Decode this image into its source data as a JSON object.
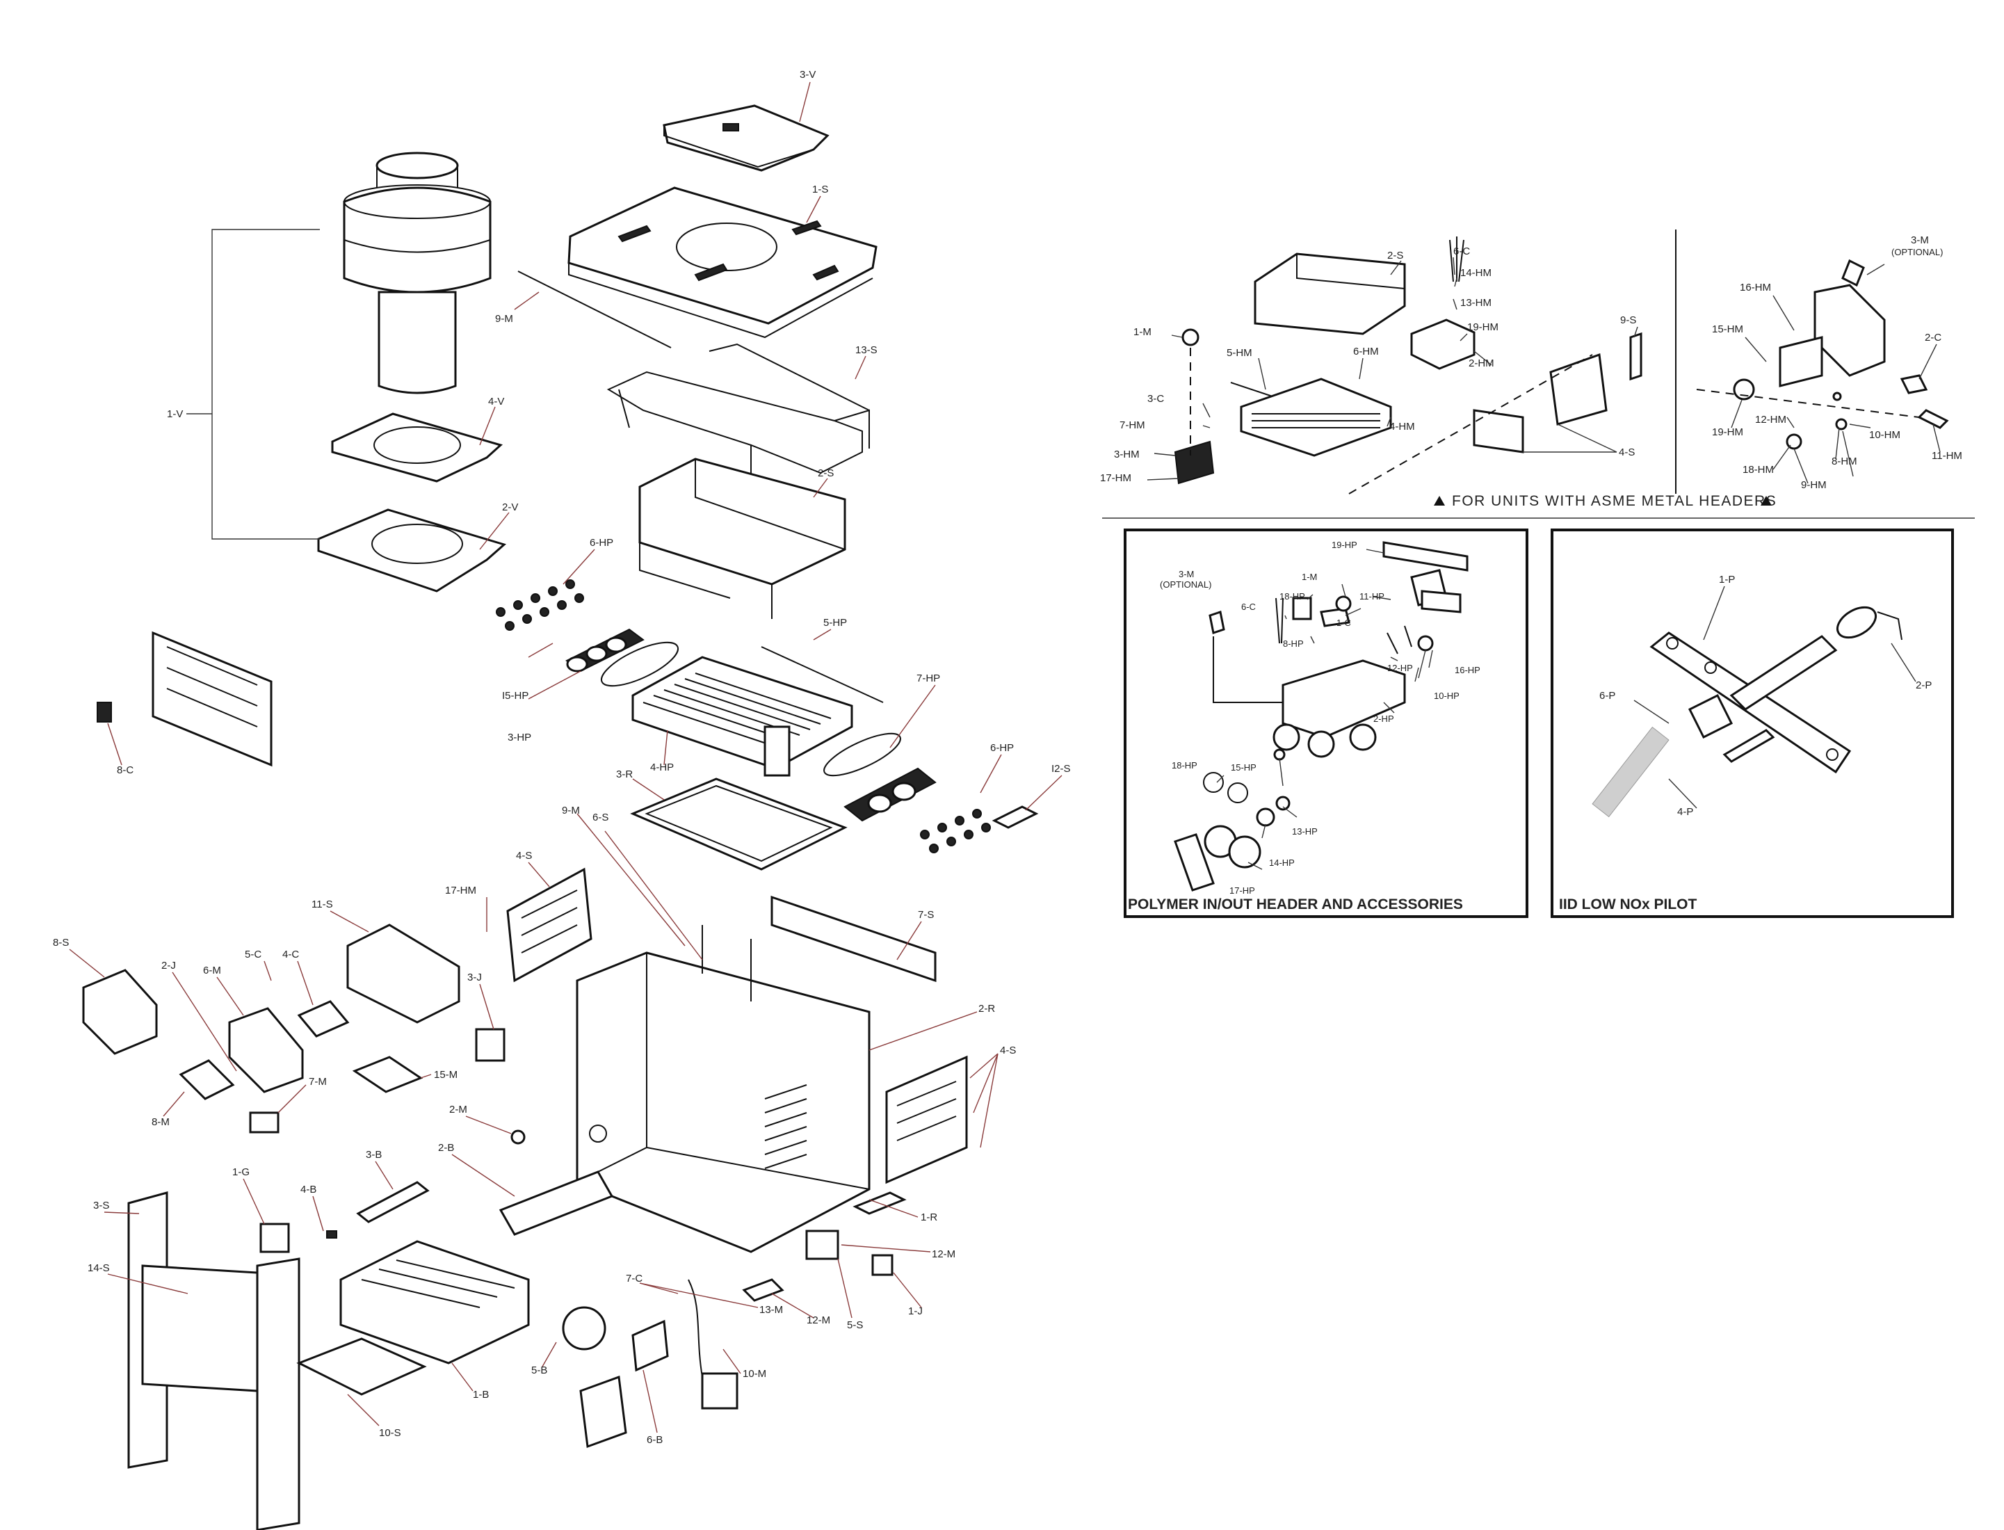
{
  "main_labels": {
    "v3": "3-V",
    "s1": "1-S",
    "m9a": "9-M",
    "v1": "1-V",
    "s13": "13-S",
    "v4": "4-V",
    "v2": "2-V",
    "s2a": "2-S",
    "hp6a": "6-HP",
    "hp5": "5-HP",
    "hp15": "I5-HP",
    "hp3": "3-HP",
    "hp4": "4-HP",
    "hp7": "7-HP",
    "hp6b": "6-HP",
    "s12": "I2-S",
    "c8": "8-C",
    "r3": "3-R",
    "m9b": "9-M",
    "s6": "6-S",
    "s4a": "4-S",
    "hm17": "17-HM",
    "s7": "7-S",
    "s11": "11-S",
    "s8": "8-S",
    "j2": "2-J",
    "c5": "5-C",
    "c4": "4-C",
    "m6": "6-M",
    "j3": "3-J",
    "r2": "2-R",
    "m15": "15-M",
    "m8": "8-M",
    "m7": "7-M",
    "m2": "2-M",
    "s4b": "4-S",
    "b3": "3-B",
    "b2": "2-B",
    "b4": "4-B",
    "g1": "1-G",
    "s3": "3-S",
    "s14": "14-S",
    "r1": "1-R",
    "m12a": "12-M",
    "c7": "7-C",
    "m13": "13-M",
    "m12b": "12-M",
    "s5": "5-S",
    "j1": "1-J",
    "m10": "10-M",
    "b5": "5-B",
    "b6": "6-B",
    "b1": "1-B",
    "s10": "10-S"
  },
  "asme_labels": {
    "s2": "2-S",
    "c6": "6-C",
    "hm14": "14-HM",
    "hm13": "13-HM",
    "hm19a": "19-HM",
    "hm2": "2-HM",
    "m1": "1-M",
    "hm5": "5-HM",
    "hm6": "6-HM",
    "s9": "9-S",
    "c3": "3-C",
    "hm7": "7-HM",
    "hm4": "4-HM",
    "hm3": "3-HM",
    "hm17": "17-HM",
    "s4": "4-S",
    "m3": "3-M",
    "optional": "(OPTIONAL)",
    "hm16": "16-HM",
    "hm15": "15-HM",
    "c2": "2-C",
    "hm19b": "19-HM",
    "hm12": "12-HM",
    "hm10": "10-HM",
    "hm11": "11-HM",
    "hm18": "18-HM",
    "hm8": "8-HM",
    "hm9": "9-HM"
  },
  "asme_note": "FOR UNITS WITH ASME METAL HEADERS",
  "polymer": {
    "title": "POLYMER IN/OUT HEADER AND ACCESSORIES",
    "labels": {
      "hp19": "19-HP",
      "m3": "3-M",
      "optional": "(OPTIONAL)",
      "m1": "1-M",
      "hp18a": "18-HP",
      "c6": "6-C",
      "hp11": "11-HP",
      "c1": "1-C",
      "hp8": "8-HP",
      "hp12": "12-HP",
      "hp16": "16-HP",
      "hp10": "10-HP",
      "hp2": "2-HP",
      "hp18b": "18-HP",
      "hp15": "15-HP",
      "hp13": "13-HP",
      "hp14": "14-HP",
      "hp17": "17-HP"
    }
  },
  "pilot": {
    "title": "IID LOW NOx PILOT",
    "labels": {
      "p1": "1-P",
      "p2": "2-P",
      "p6": "6-P",
      "p4": "4-P"
    }
  }
}
